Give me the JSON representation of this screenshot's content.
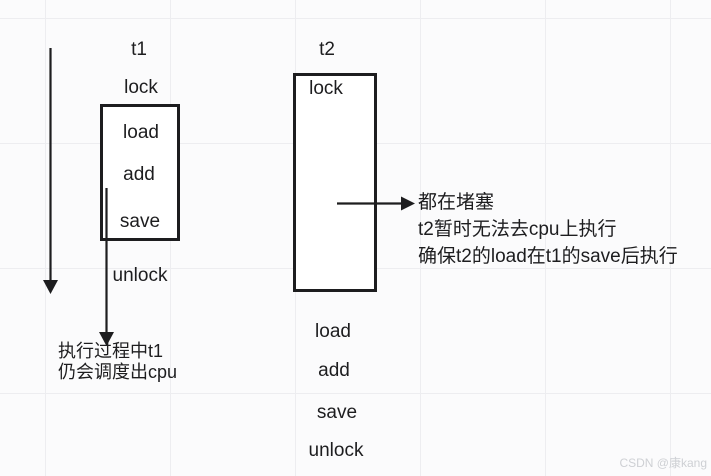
{
  "diagram": {
    "t1": {
      "title": "t1",
      "lock_label": "lock",
      "box_steps": {
        "load": "load",
        "add": "add",
        "save": "save"
      },
      "unlock_label": "unlock",
      "note_lines": {
        "line1": "执行过程中t1",
        "line2": "仍会调度出cpu"
      }
    },
    "t2": {
      "title": "t2",
      "lock_label": "lock",
      "steps_after_box": {
        "load": "load",
        "add": "add",
        "save": "save",
        "unlock": "unlock"
      }
    },
    "blocking_note_lines": {
      "line1": "都在堵塞",
      "line2": "t2暂时无法去cpu上执行",
      "line3": "确保t2的load在t1的save后执行"
    },
    "watermark": "CSDN @康kang",
    "colors": {
      "ink": "#1d1d1f",
      "background": "#fbfbfc",
      "grid_line": "#ededf0",
      "watermark_text": "#ced0d4"
    }
  }
}
